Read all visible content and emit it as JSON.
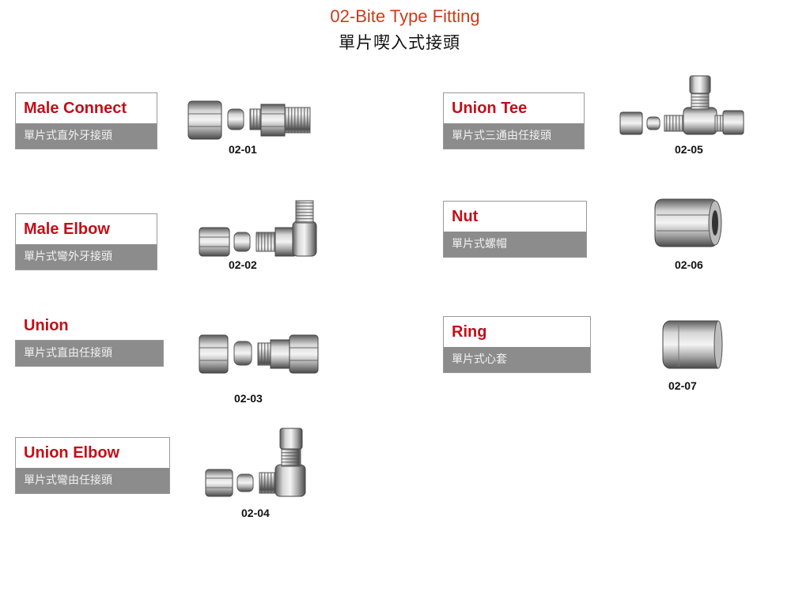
{
  "page": {
    "title": "02-Bite Type Fitting",
    "subtitle": "單片喫入式接頭"
  },
  "products": [
    {
      "name": "Male Connect",
      "desc": "單片式直外牙接頭",
      "code": "02-01",
      "icon": "male-connector-fitting-icon"
    },
    {
      "name": "Male Elbow",
      "desc": "單片式彎外牙接頭",
      "code": "02-02",
      "icon": "male-elbow-fitting-icon"
    },
    {
      "name": "Union",
      "desc": "單片式直由任接頭",
      "code": "02-03",
      "icon": "union-fitting-icon"
    },
    {
      "name": "Union Elbow",
      "desc": "單片式彎由任接頭",
      "code": "02-04",
      "icon": "union-elbow-fitting-icon"
    },
    {
      "name": "Union Tee",
      "desc": "單片式三通由任接頭",
      "code": "02-05",
      "icon": "union-tee-fitting-icon"
    },
    {
      "name": "Nut",
      "desc": "單片式螺帽",
      "code": "02-06",
      "icon": "nut-icon"
    },
    {
      "name": "Ring",
      "desc": "單片式心套",
      "code": "02-07",
      "icon": "ring-sleeve-icon"
    }
  ],
  "colors": {
    "title": "#cc3a1a",
    "product_name": "#c0101a",
    "desc_band": "#8c8c8c"
  }
}
